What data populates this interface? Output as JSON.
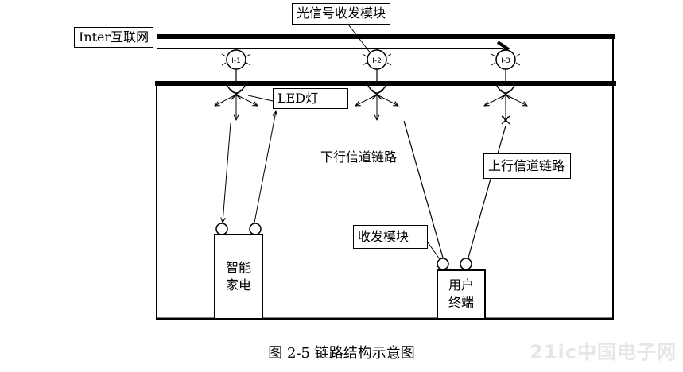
{
  "labels": {
    "internet": "Inter互联网",
    "optical_module": "光信号收发模块",
    "led_lamp": "LED灯",
    "downlink": "下行信道链路",
    "uplink": "上行信道链路",
    "transceiver": "收发模块"
  },
  "lamps": [
    {
      "id": "I-1"
    },
    {
      "id": "I-2"
    },
    {
      "id": "I-3"
    }
  ],
  "devices": {
    "appliance": {
      "line1": "智能",
      "line2": "家电"
    },
    "terminal": {
      "line1": "用户",
      "line2": "终端"
    }
  },
  "caption": "图 2-5 链路结构示意图",
  "watermark": "21ic中国电子网"
}
